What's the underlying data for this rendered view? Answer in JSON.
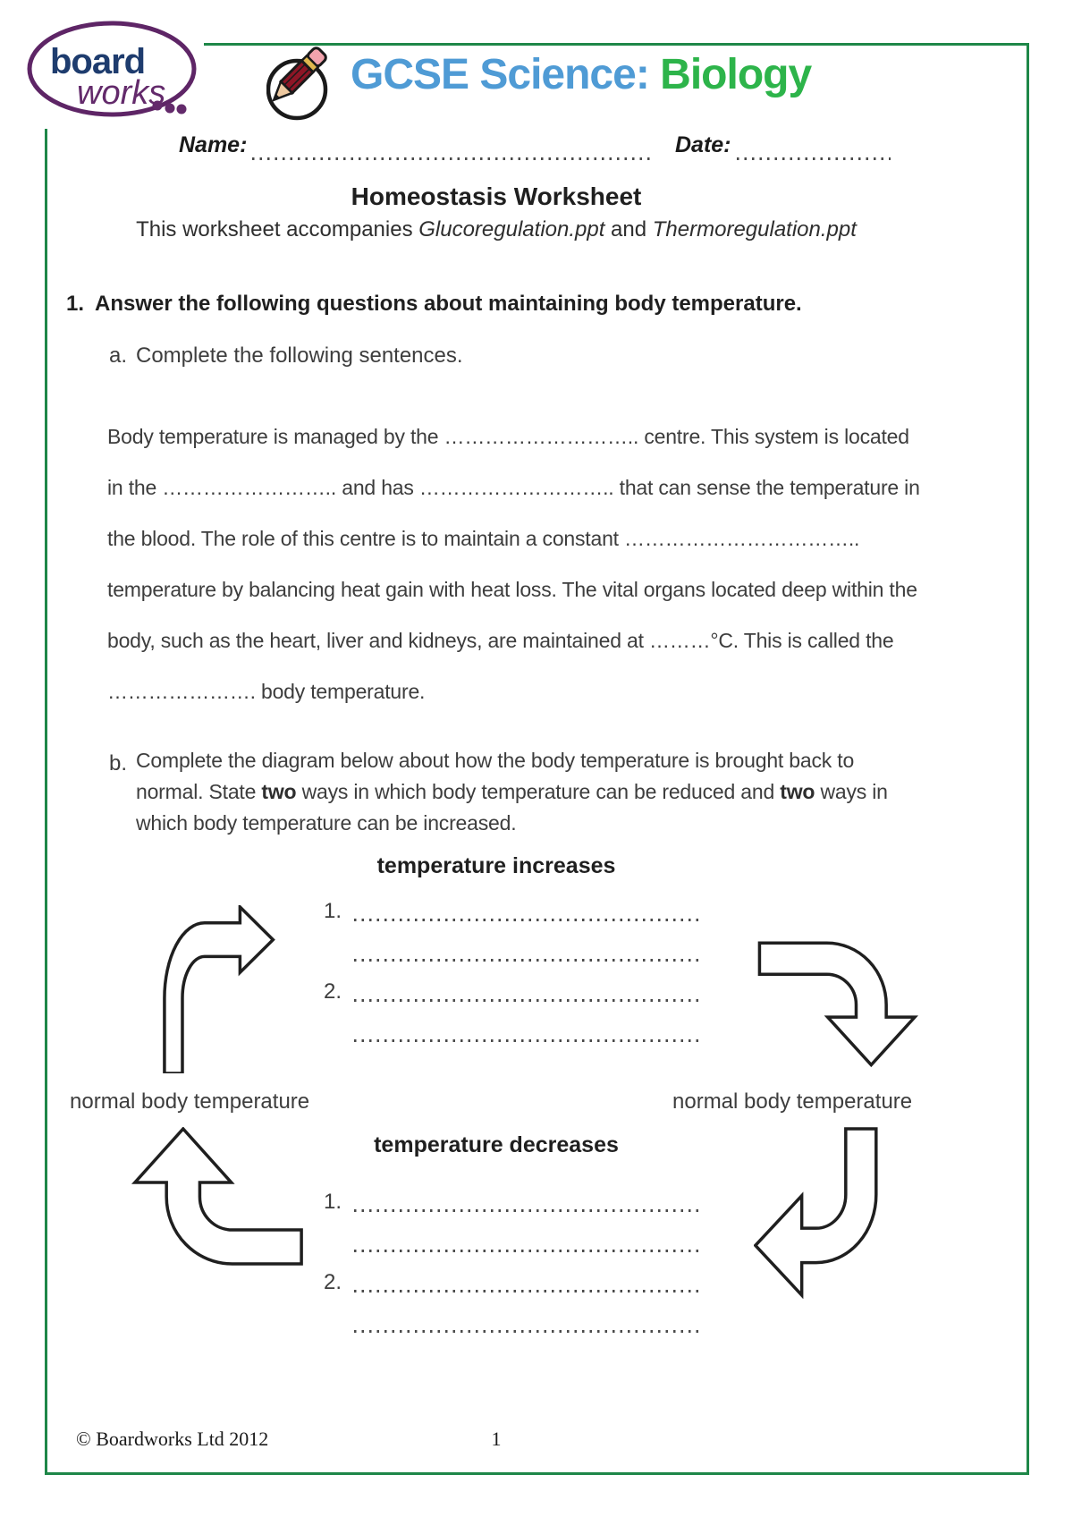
{
  "logo": {
    "word1": "board",
    "word2": "works"
  },
  "header": {
    "course": "GCSE Science:",
    "subject": "Biology"
  },
  "meta": {
    "name_label": "Name:",
    "date_label": "Date:"
  },
  "doc": {
    "title": "Homeostasis Worksheet",
    "subtitle_parts": [
      "This worksheet accompanies ",
      "Glucoregulation.ppt",
      " and ",
      "Thermoregulation.ppt"
    ]
  },
  "q1": {
    "number": "1.",
    "heading": "Answer the following questions about maintaining body temperature.",
    "a_label": "a.",
    "a_heading": "Complete the following sentences.",
    "a_lines": [
      "Body temperature is managed by the ……………………….. centre. This system is located",
      "in the …………………….. and has ……………………….. that can sense the temperature in",
      "the blood. The role of this centre is to maintain a constant ……………………………..",
      "temperature by balancing heat gain with heat loss. The vital organs located deep within the",
      "body, such as the heart, liver and kidneys, are maintained at ………°C. This is called the",
      "…………………. body temperature."
    ],
    "b_label": "b.",
    "b_line1": "Complete the diagram below about how the body temperature is brought back to",
    "b_line2": [
      "normal. State ",
      "two",
      " ways in which body temperature can be reduced and ",
      "two",
      " ways in"
    ],
    "b_line3": "which body temperature can be increased."
  },
  "diagram": {
    "increase_heading": "temperature increases",
    "decrease_heading": "temperature decreases",
    "left_label": "normal body temperature",
    "right_label": "normal body temperature",
    "increase_item1": "1.",
    "increase_item2": "2.",
    "decrease_item1": "1.",
    "decrease_item2": "2."
  },
  "footer": {
    "copyright": "© Boardworks Ltd 2012",
    "page": "1"
  },
  "colors": {
    "border_green": "#1e8748",
    "course_blue": "#4f9bd5",
    "subject_green": "#2db44a",
    "logo_navy": "#1e3c6e",
    "logo_purple": "#632a6b",
    "pencil_body": "#8e1626",
    "pencil_eraser": "#f2a3ad"
  }
}
